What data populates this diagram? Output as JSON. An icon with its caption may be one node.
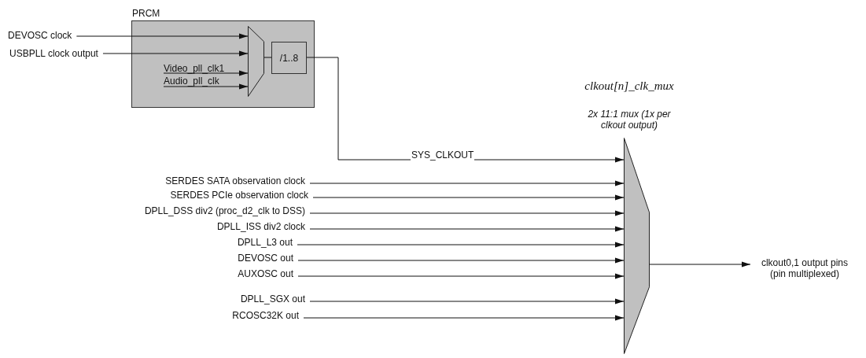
{
  "diagram": {
    "nodes": [
      {
        "text": [
          "PRCM"
        ]
      },
      {
        "text": [
          "DEVOSC clock"
        ]
      },
      {
        "text": [
          "USBPLL clock output"
        ]
      },
      {
        "text": [
          "Video_pll_clk1"
        ],
        "in": 0
      },
      {
        "text": [
          "Audio_pll_clk"
        ],
        "in": 0
      },
      {
        "text": [],
        "shape": "trapezoid",
        "in": 0
      },
      {
        "text": [
          "/1..8"
        ],
        "in": 0
      },
      {
        "text": [
          "clkout[n]_clk_mux",
          "2x 11:1 mux (1x per clkout output)"
        ]
      },
      {
        "text": [
          "SERDES SATA observation clock"
        ]
      },
      {
        "text": [
          "SERDES PCIe observation clock"
        ]
      },
      {
        "text": [
          "DPLL_DSS div2 (proc_d2_clk to DSS)"
        ]
      },
      {
        "text": [
          "DPLL_ISS div2 clock"
        ]
      },
      {
        "text": [
          "DPLL_L3 out"
        ]
      },
      {
        "text": [
          "DEVOSC out"
        ]
      },
      {
        "text": [
          "AUXOSC out"
        ]
      },
      {
        "text": [
          "DPLL_SGX out"
        ]
      },
      {
        "text": [
          "RCOSC32K out"
        ]
      },
      {
        "text": [
          "clkout0,1 output pins (pin multiplexed)"
        ]
      }
    ],
    "edges": [
      {
        "from": 1,
        "to": 5,
        "arrow": "to"
      },
      {
        "from": 2,
        "to": 5,
        "arrow": "to"
      },
      {
        "from": 3,
        "to": 5,
        "arrow": "to"
      },
      {
        "from": 4,
        "to": 5,
        "arrow": "to"
      },
      {
        "from": 5,
        "to": 6,
        "arrow": "none"
      },
      {
        "from": 6,
        "to": 7,
        "label": "SYS_CLKOUT",
        "arrow": "to"
      },
      {
        "from": 8,
        "to": 7,
        "arrow": "to"
      },
      {
        "from": 9,
        "to": 7,
        "arrow": "to"
      },
      {
        "from": 10,
        "to": 7,
        "arrow": "to"
      },
      {
        "from": 11,
        "to": 7,
        "arrow": "to"
      },
      {
        "from": 12,
        "to": 7,
        "arrow": "to"
      },
      {
        "from": 13,
        "to": 7,
        "arrow": "to"
      },
      {
        "from": 14,
        "to": 7,
        "arrow": "to"
      },
      {
        "from": 15,
        "to": 7,
        "arrow": "to"
      },
      {
        "from": 16,
        "to": 7,
        "arrow": "to"
      },
      {
        "from": 7,
        "to": 17,
        "arrow": "to"
      }
    ]
  }
}
